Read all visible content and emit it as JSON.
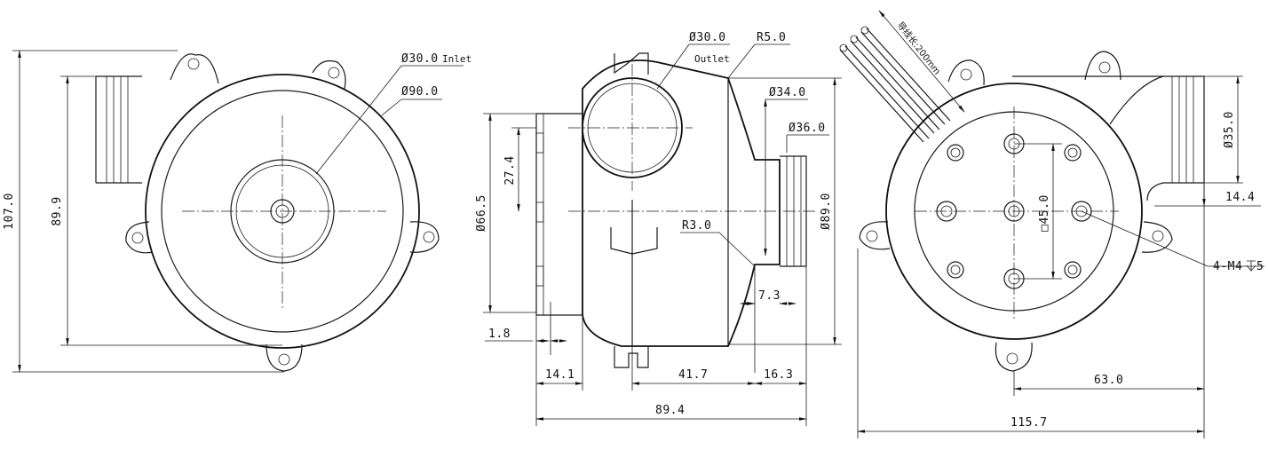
{
  "front_view": {
    "height_overall": "107.0",
    "height_body": "89.9",
    "inlet_diameter": "Ø30.0",
    "inlet_label": "Inlet",
    "body_diameter": "Ø90.0"
  },
  "side_view": {
    "outlet_diameter": "Ø30.0",
    "outlet_label": "Outlet",
    "radius_top": "R5.0",
    "diameter_34": "Ø34.0",
    "diameter_36": "Ø36.0",
    "diameter_66": "Ø66.5",
    "dim_27": "27.4",
    "diameter_89": "Ø89.0",
    "radius_3": "R3.0",
    "dim_7_3": "7.3",
    "dim_1_8": "1.8",
    "dim_14_1": "14.1",
    "dim_41_7": "41.7",
    "dim_16_3": "16.3",
    "length_overall": "89.4"
  },
  "rear_view": {
    "wire_note": "导线长:200mm",
    "outlet_diameter": "Ø35.0",
    "offset_14": "14.4",
    "square_45": "□45.0",
    "thread_note": "4-M4",
    "thread_depth": "5",
    "dim_63": "63.0",
    "width_overall": "115.7"
  }
}
